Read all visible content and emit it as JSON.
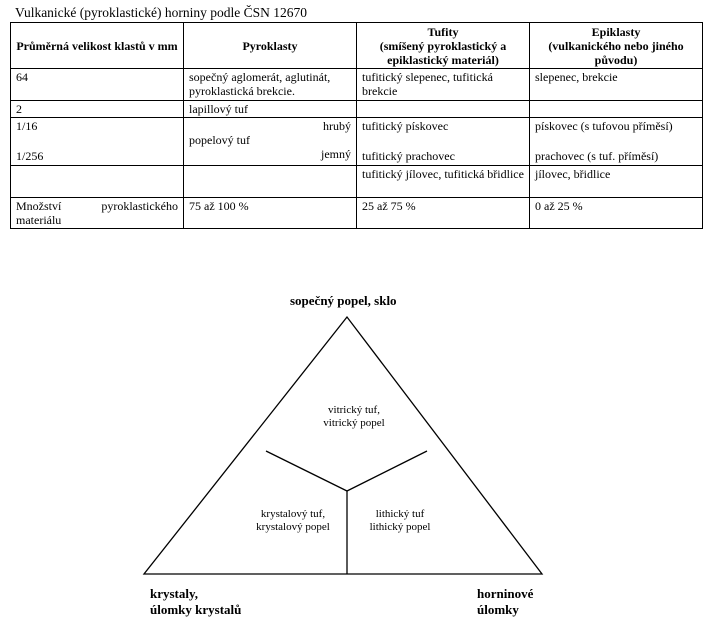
{
  "caption": "Vulkanické (pyroklastické) horniny podle ČSN 12670",
  "table": {
    "headers": {
      "size": "Průměrná velikost klastů v mm",
      "pyro": "Pyroklasty",
      "tufity_line1": "Tufity",
      "tufity_line2": "(smíšený pyroklastický a epiklastický materiál)",
      "epi_line1": "Epiklasty",
      "epi_line2": "(vulkanického nebo jiného původu)"
    },
    "row_64": {
      "size": "64",
      "pyro": "sopečný aglomerát, aglutinát, pyroklastická brekcie.",
      "tufity": "tufitický slepenec, tufitická brekcie",
      "epi": "slepenec, brekcie"
    },
    "row_2": {
      "size": "2",
      "pyro": "lapillový tuf",
      "tufity": "",
      "epi": ""
    },
    "row_16": {
      "size_top": "1/16",
      "size_bottom": "1/256",
      "pyro_coarse": "hrubý",
      "pyro_main": "popelový tuf",
      "pyro_fine": "jemný",
      "tufity_top": "tufitický pískovec",
      "tufity_bottom": "tufitický prachovec",
      "epi_top": "pískovec (s tufovou příměsí)",
      "epi_bottom": "prachovec (s tuf. příměsí)"
    },
    "row_clay": {
      "size": "",
      "pyro": "",
      "tufity": "tufitický jílovec, tufitická břidlice",
      "epi": "jílovec, břidlice"
    },
    "row_amount": {
      "label_word1": "Množství",
      "label_word2": "pyroklastického",
      "label_word3": "materiálu",
      "pyro": "75 až 100 %",
      "tufity": "25 až 75 %",
      "epi": "0 až 25 %"
    }
  },
  "diagram": {
    "top_label": "sopečný popel, sklo",
    "left_label_line1": "krystaly,",
    "left_label_line2": "úlomky krystalů",
    "right_label_line1": "horninové",
    "right_label_line2": "úlomky",
    "field_vitric_line1": "vitrický tuf,",
    "field_vitric_line2": "vitrický popel",
    "field_crystal_line1": "krystalový tuf,",
    "field_crystal_line2": "krystalový popel",
    "field_lithic_line1": "lithický tuf",
    "field_lithic_line2": "lithický popel"
  }
}
